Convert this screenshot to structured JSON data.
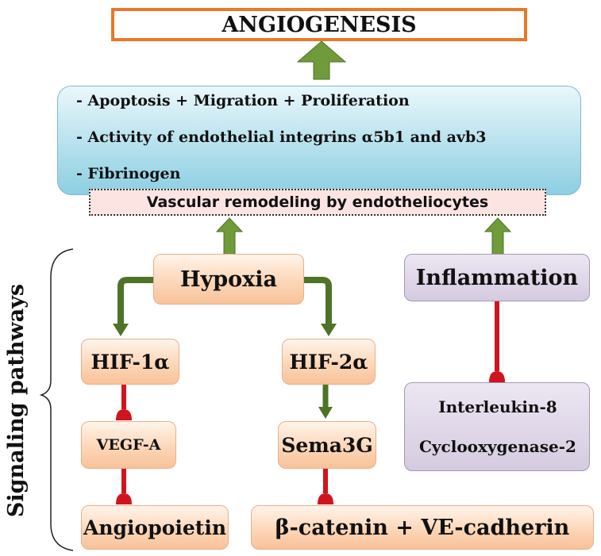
{
  "title": "ANGIOGENESIS",
  "effects": {
    "lines": [
      "- Apoptosis + Migration + Proliferation",
      "- Activity of endothelial integrins α5b1 and avb3",
      "- Fibrinogen"
    ]
  },
  "remodeling": "Vascular remodeling by endotheliocytes",
  "side_label": "Signaling pathways",
  "nodes": {
    "hypoxia": "Hypoxia",
    "inflammation": "Inflammation",
    "hif1a": "HIF-1α",
    "hif2a": "HIF-2α",
    "vegfa": "VEGF-A",
    "sema3g": "Sema3G",
    "angiopoietin": "Angiopoietin",
    "catenin": "β-catenin + VE-cadherin",
    "il8": "Interleukin-8",
    "cox2": "Cyclooxygenase-2"
  },
  "colors": {
    "activation_arrow": "#5c8a2e",
    "inhibition_arrow": "#d0141d",
    "title_border": "#e8782a"
  }
}
